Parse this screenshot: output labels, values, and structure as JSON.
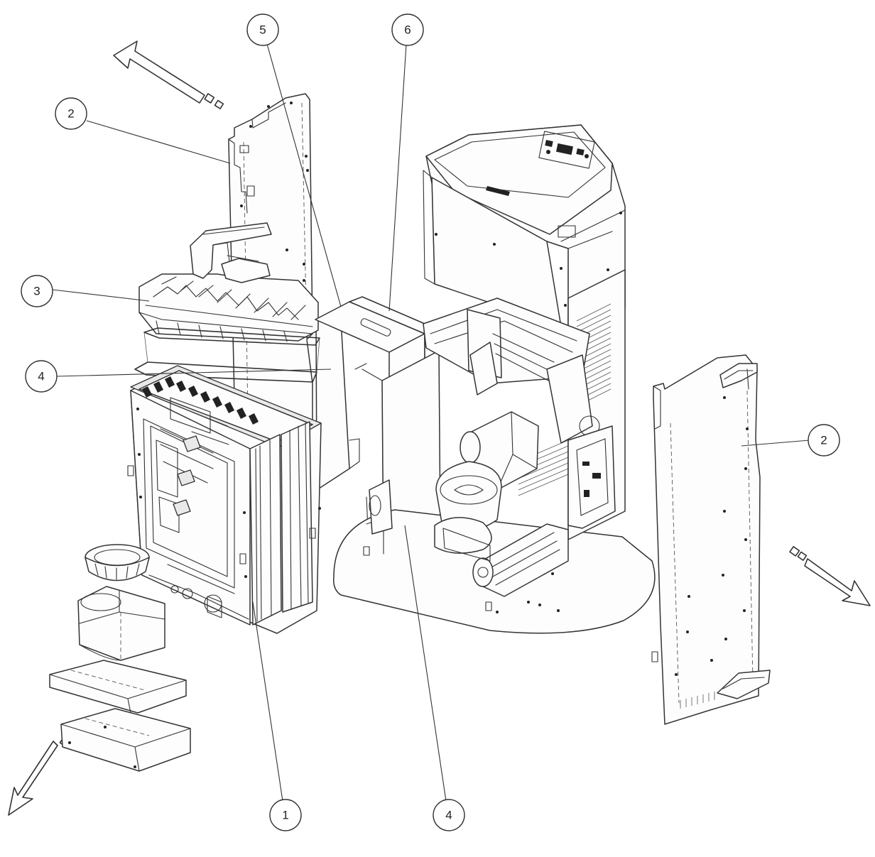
{
  "figure": {
    "type": "exploded-assembly-view",
    "line_color": "#333333",
    "background": "#ffffff"
  },
  "callouts": [
    {
      "id": "callout-2-left",
      "label": "2"
    },
    {
      "id": "callout-3",
      "label": "3"
    },
    {
      "id": "callout-4-left",
      "label": "4"
    },
    {
      "id": "callout-5",
      "label": "5"
    },
    {
      "id": "callout-6",
      "label": "6"
    },
    {
      "id": "callout-2-right",
      "label": "2"
    },
    {
      "id": "callout-1",
      "label": "1"
    },
    {
      "id": "callout-4-bottom",
      "label": "4"
    }
  ]
}
